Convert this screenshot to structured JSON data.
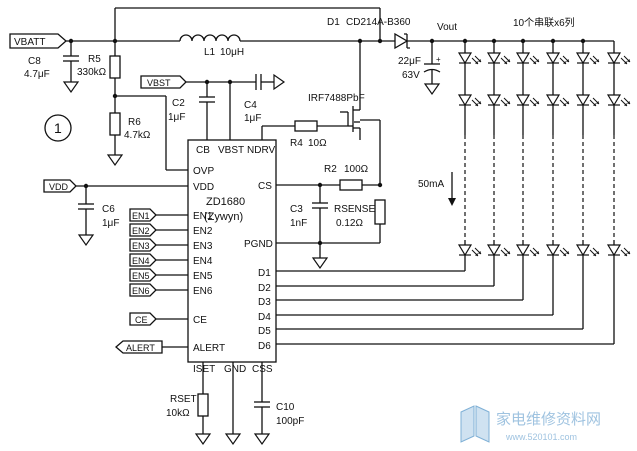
{
  "circuit": {
    "figure_number": "1",
    "ic": {
      "name": "ZD1680",
      "subtitle": "(Zywyn)"
    },
    "pins": {
      "cb": "CB",
      "vbst": "VBST",
      "ndrv": "NDRV",
      "ovp": "OVP",
      "vdd": "VDD",
      "en1": "EN1",
      "en2": "EN2",
      "en3": "EN3",
      "en4": "EN4",
      "en5": "EN5",
      "en6": "EN6",
      "cs": "CS",
      "pgnd": "PGND",
      "d1": "D1",
      "d2": "D2",
      "d3": "D3",
      "d4": "D4",
      "d5": "D5",
      "d6": "D6",
      "ce": "CE",
      "alert": "ALERT",
      "iset": "ISET",
      "gnd": "GND",
      "css": "CSS"
    },
    "ports": {
      "vbatt": "VBATT",
      "vbst": "VBST",
      "vdd": "VDD",
      "en1": "EN1",
      "en2": "EN2",
      "en3": "EN3",
      "en4": "EN4",
      "en5": "EN5",
      "en6": "EN6",
      "ce": "CE",
      "alert": "ALERT"
    },
    "components": {
      "c8": {
        "ref": "C8",
        "value": "4.7μF"
      },
      "r5": {
        "ref": "R5",
        "value": "330kΩ"
      },
      "r6": {
        "ref": "R6",
        "value": "4.7kΩ"
      },
      "l1": {
        "ref": "L1",
        "value": "10μH"
      },
      "d1": {
        "ref": "D1",
        "value": "CD214A-B360"
      },
      "c2": {
        "ref": "C2",
        "value": "1μF"
      },
      "c4": {
        "ref": "C4",
        "value": "1μF"
      },
      "q1": {
        "ref": "IRF7488PbF"
      },
      "r4": {
        "ref": "R4",
        "value": "10Ω"
      },
      "r2": {
        "ref": "R2",
        "value": "100Ω"
      },
      "c3": {
        "ref": "C3",
        "value": "1nF"
      },
      "rsense": {
        "ref": "RSENSE",
        "value": "0.12Ω"
      },
      "c6": {
        "ref": "C6",
        "value": "1μF"
      },
      "cout": {
        "value": "22μF",
        "voltage": "63V"
      },
      "rset": {
        "ref": "RSET",
        "value": "10kΩ"
      },
      "c10": {
        "ref": "C10",
        "value": "100pF"
      }
    },
    "vout_label": "Vout",
    "led_array_label": "10个串联x6列",
    "current_label": "50mA"
  },
  "watermark": {
    "cn": "家电维修资料网",
    "url": "www.520101.com"
  }
}
